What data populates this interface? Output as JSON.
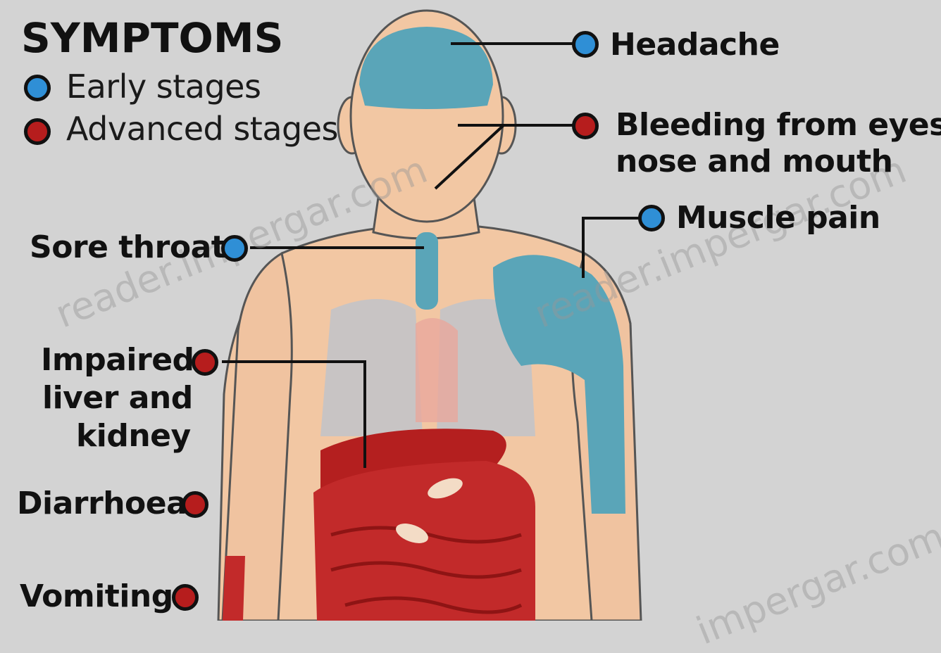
{
  "legend": {
    "title": "SYMPTOMS",
    "early_label": "Early stages",
    "advanced_label": "Advanced stages",
    "early_color": "#2f8fd6",
    "advanced_color": "#b61d1d"
  },
  "symptoms": {
    "headache": "Headache",
    "bleeding_line1": "Bleeding from eyes,",
    "bleeding_line2": "nose and mouth",
    "muscle_pain": "Muscle pain",
    "sore_throat": "Sore throat",
    "impaired_line1": "Impaired",
    "impaired_line2": "liver and",
    "impaired_line3": "kidney",
    "diarrhoea": "Diarrhoea",
    "vomiting": "Vomiting"
  },
  "watermark": {
    "text1": "reader.impergar.com",
    "text2": "reader.impergar.com",
    "text3": "impergar.com"
  }
}
